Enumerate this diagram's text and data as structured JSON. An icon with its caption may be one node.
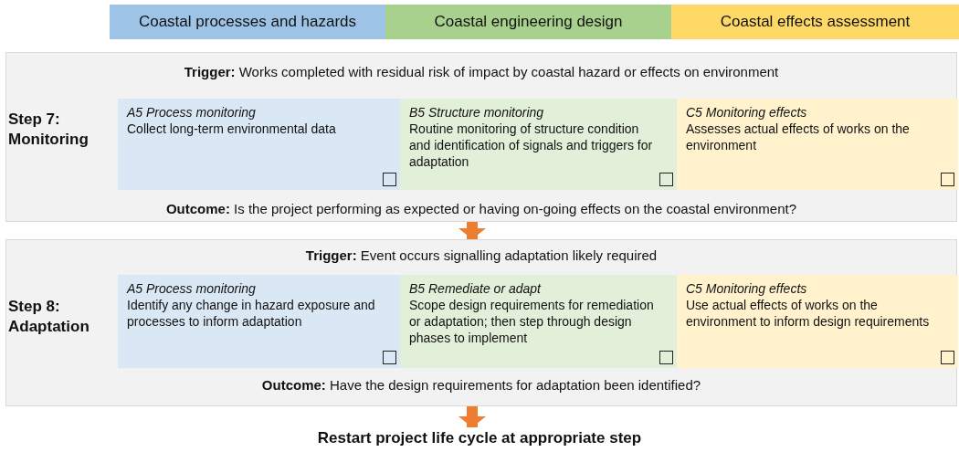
{
  "diagram": {
    "nodes": [
      {
        "text": [
          "Coastal processes and hazards"
        ]
      },
      {
        "text": [
          "Coastal engineering design"
        ]
      },
      {
        "text": [
          "Coastal effects assessment"
        ]
      },
      {
        "text": [
          "Step 7: Monitoring",
          "**Trigger:** Works completed with residual risk of impact by coastal hazard or effects on environment",
          "**Outcome:** Is the project performing as expected or having on-going effects on the coastal environment?"
        ]
      },
      {
        "text": [
          "A5 Process monitoring",
          "Collect long-term environmental data"
        ],
        "in": 3
      },
      {
        "text": [
          "B5 Structure monitoring",
          "Routine monitoring of structure condition and identification of signals and triggers for adaptation"
        ],
        "in": 3
      },
      {
        "text": [
          "C5 Monitoring effects",
          "Assesses actual effects of works on the environment"
        ],
        "in": 3
      },
      {
        "text": [
          "Step 8: Adaptation",
          "**Trigger:** Event occurs signalling adaptation likely required",
          "**Outcome:** Have the design requirements for adaptation been identified?"
        ]
      },
      {
        "text": [
          "A5 Process monitoring",
          "Identify any change in hazard exposure and processes to inform adaptation"
        ],
        "in": 7
      },
      {
        "text": [
          "B5 Remediate or adapt",
          "Scope design requirements for remediation or adaptation; then step through design phases to implement"
        ],
        "in": 7
      },
      {
        "text": [
          "C5 Monitoring effects",
          "Use actual effects of works on the environment to inform design requirements"
        ],
        "in": 7
      },
      {
        "text": [
          "Restart project life cycle at appropriate step"
        ]
      }
    ],
    "edges": [
      {
        "from": 3,
        "to": 7,
        "arrow": "to"
      },
      {
        "from": 7,
        "to": 11,
        "arrow": "to"
      }
    ]
  }
}
